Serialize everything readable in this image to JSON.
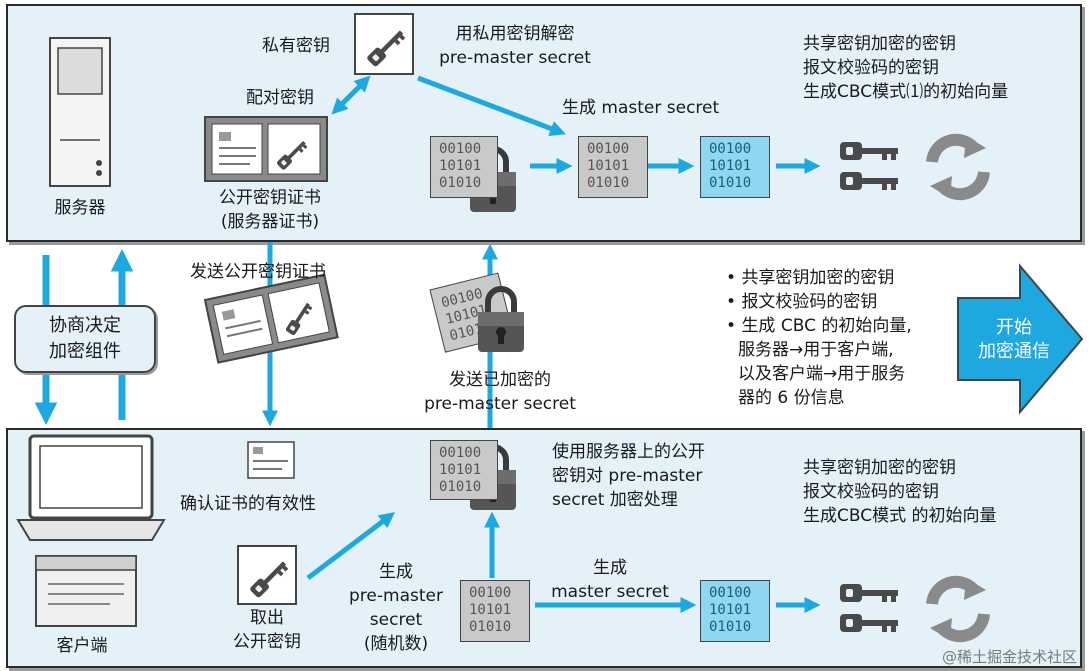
{
  "server_panel": {
    "server_label": "服务器",
    "private_key_label": "私有密钥",
    "decrypt_label": [
      "用私用密钥解密",
      "pre-master secret"
    ],
    "pair_key_label": "配对密钥",
    "cert_label": [
      "公开密钥证书",
      "(服务器证书)"
    ],
    "generate_master_label": "生成 master secret",
    "results_title": [
      "共享密钥加密的密钥",
      "报文校验码的密钥",
      "生成CBC模式⑴的初始向量"
    ]
  },
  "middle": {
    "negotiate_label": [
      "协商决定",
      "加密组件"
    ],
    "send_cert_label": "发送公开密钥证书",
    "send_encrypted_label": [
      "发送已加密的",
      "pre-master secret"
    ],
    "bullets": [
      "共享密钥加密的密钥",
      "报文校验码的密钥",
      "生成 CBC 的初始向量,",
      "服务器→用于客户端,",
      "以及客户端→用于服务",
      "器的 6 份信息"
    ],
    "start_label": [
      "开始",
      "加密通信"
    ]
  },
  "client_panel": {
    "client_label": "客户端",
    "verify_cert_label": "确认证书的有效性",
    "take_key_label": [
      "取出",
      "公开密钥"
    ],
    "generate_pre_label": [
      "生成",
      "pre-master",
      "secret",
      "(随机数)"
    ],
    "encrypt_label": [
      "使用服务器上的公开",
      "密钥对 pre-master",
      "secret 加密处理"
    ],
    "generate_master_label": [
      "生成",
      "master secret"
    ],
    "results_title": [
      "共享密钥加密的密钥",
      "报文校验码的密钥",
      "生成CBC模式 的初始向量"
    ]
  },
  "data_block": [
    "00100",
    "10101",
    "01010"
  ],
  "watermark": "@稀土掘金技术社区",
  "colors": {
    "arrow": "#1ea8e0",
    "panel": "#e4f1f9",
    "blue_block": "#8fd6f2",
    "gray_block": "#c9c9c9"
  }
}
